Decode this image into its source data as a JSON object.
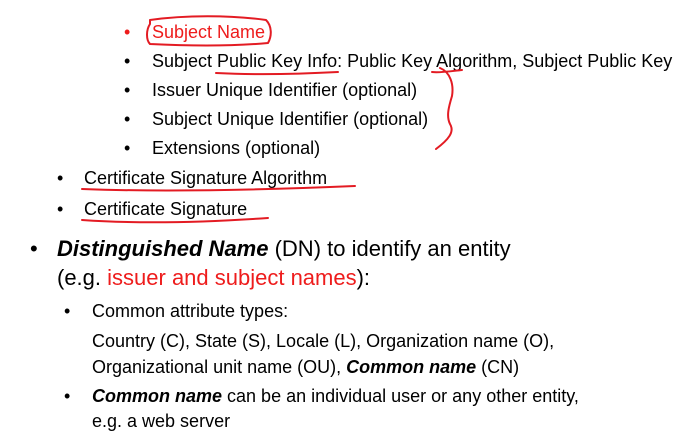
{
  "colors": {
    "accent_red": "#ee1c1c",
    "ink_red": "#e31b23",
    "text": "#000000"
  },
  "sub_items": [
    {
      "text": "Subject Name",
      "red": true
    },
    {
      "text_a": "Subject ",
      "text_b": "Public Key Info",
      "text_c": ": Public Key Algorithm, Subject Public Key"
    },
    {
      "text": "Issuer Unique Identifier (optional)"
    },
    {
      "text": "Subject Unique Identifier (optional)"
    },
    {
      "text": "Extensions (optional)"
    }
  ],
  "mid_items": [
    {
      "text": "Certificate Signature Algorithm"
    },
    {
      "text": "Certificate Signature"
    }
  ],
  "dn": {
    "term": "Distinguished Name",
    "rest": " (DN) to identify an entity",
    "line2_pre": "(e.g. ",
    "line2_red": "issuer and subject names",
    "line2_post": "):"
  },
  "attr_types": {
    "label": "Common attribute types:",
    "line1": "Country (C), State (S), Locale (L), Organization name (O),",
    "line2_pre": "Organizational unit name (OU), ",
    "line2_bold": "Common name",
    "line2_post": " (CN)"
  },
  "common_name": {
    "bold": "Common name",
    "rest": " can be an individual user or any other entity,",
    "line2": "e.g. a web server"
  },
  "bullet_glyph": "•"
}
